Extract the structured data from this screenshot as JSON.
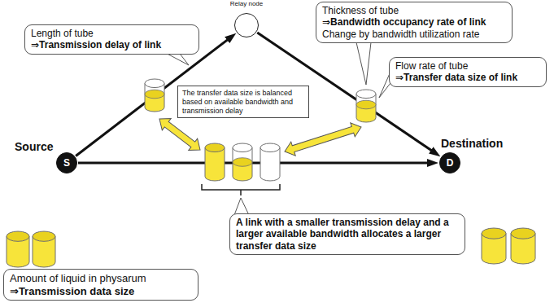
{
  "diagram": {
    "nodes": [
      {
        "text": [
          "Relay node"
        ]
      },
      {
        "text": [
          "Length of tube",
          "⇒Transmission delay of link"
        ]
      },
      {
        "text": [
          "Thickness of tube",
          "⇒Bandwidth occupancy rate of link",
          "Change by bandwidth utilization rate"
        ]
      },
      {
        "text": [
          "Flow rate of tube",
          "⇒Transfer data size of link"
        ]
      },
      {
        "text": [
          "The transfer data size is balanced based on available bandwidth and transmission delay"
        ]
      },
      {
        "text": [
          "Source",
          "S"
        ]
      },
      {
        "text": [
          "Destination",
          "D"
        ]
      },
      {
        "text": [
          "A link with a smaller transmission delay and a larger available bandwidth allocates a larger transfer data size"
        ]
      },
      {
        "text": [
          "Amount of liquid in physarum",
          "⇒Transmission data size"
        ]
      }
    ],
    "edges": [
      {
        "from": 5,
        "to": 0,
        "arrow": "to"
      },
      {
        "from": 0,
        "to": 6,
        "arrow": "to"
      },
      {
        "from": 5,
        "to": 6,
        "arrow": "to"
      }
    ]
  }
}
